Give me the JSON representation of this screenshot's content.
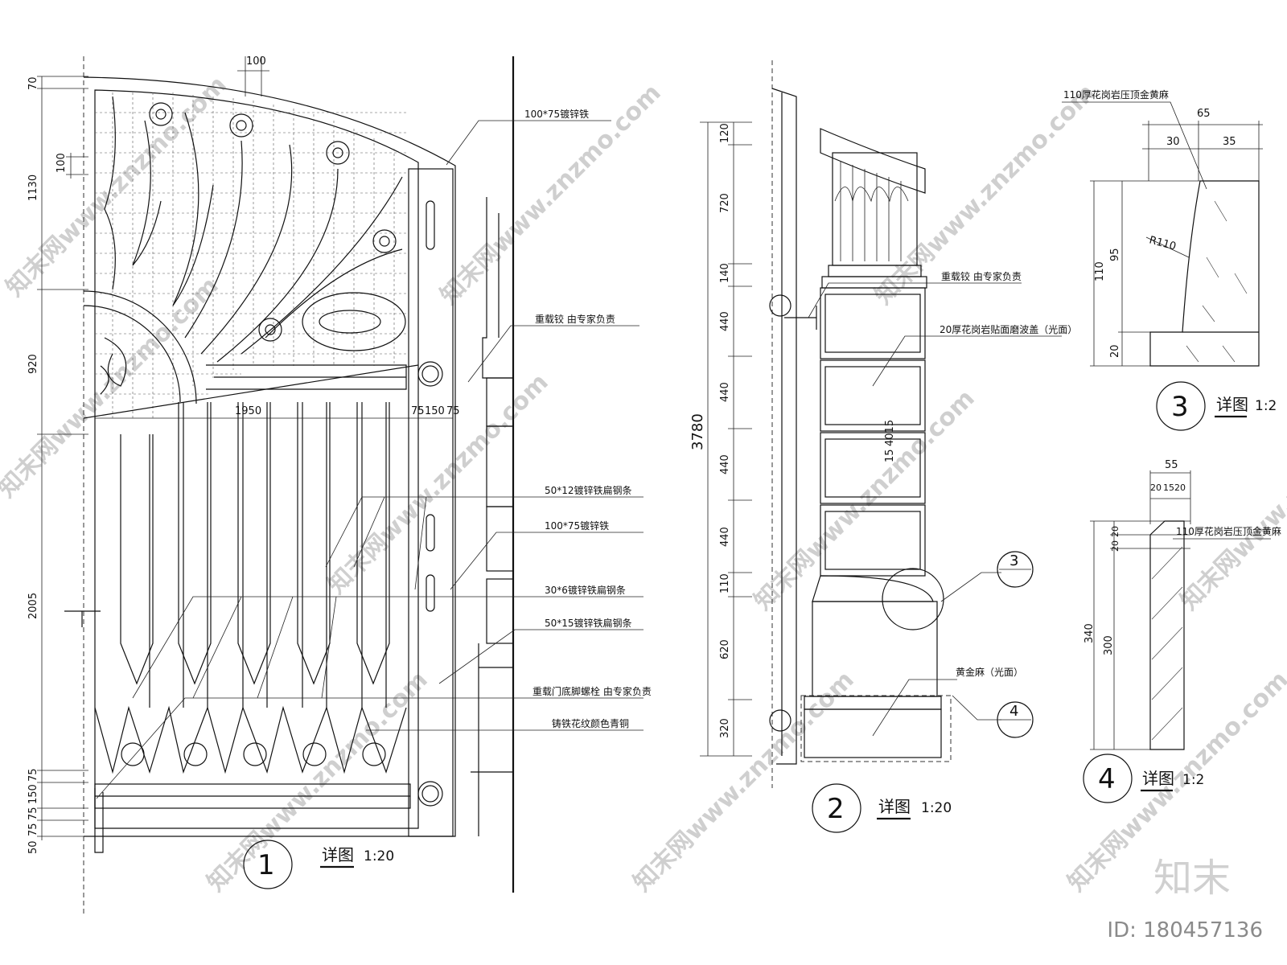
{
  "detail1": {
    "num": "1",
    "title": "详图",
    "scale": "1:20",
    "dims_left": [
      "70",
      "1130",
      "920",
      "2005",
      "75",
      "150",
      "75",
      "50",
      "75"
    ],
    "dim_top": "100",
    "dim_small": "100",
    "dims_bottom": [
      "1950",
      "75",
      "150",
      "75"
    ],
    "notes": {
      "tube_top": "100*75镀锌铁",
      "hinge": "重载铰  由专家负责",
      "flat50x12": "50*12镀锌铁扁钢条",
      "tube_mid": "100*75镀锌铁",
      "flat30x6": "30*6镀锌铁扁钢条",
      "flat50x15": "50*15镀锌铁扁钢条",
      "bolt": "重载门底脚螺栓  由专家负责",
      "cast": "铸铁花纹颜色青铜"
    }
  },
  "detail2": {
    "num": "2",
    "title": "详图",
    "scale": "1:20",
    "total": "3780",
    "dims": [
      "120",
      "720",
      "140",
      "440",
      "440",
      "440",
      "440",
      "110",
      "620",
      "320"
    ],
    "joint": "15",
    "joint2": "4015",
    "notes": {
      "hinge": "重载铰  由专家负责",
      "granite": "20厚花岗岩贴面磨波盖（光面）",
      "base": "黄金麻（光面）"
    },
    "callout3": "3",
    "callout4": "4"
  },
  "detail3": {
    "num": "3",
    "title": "详图",
    "scale": "1:2",
    "note": "110厚花岗岩压顶金黄麻",
    "dims": [
      "65",
      "30",
      "35",
      "110",
      "95",
      "20"
    ],
    "radius": "R110"
  },
  "detail4": {
    "num": "4",
    "title": "详图",
    "scale": "1:2",
    "note": "110厚花岗岩压顶金黄麻",
    "dims": [
      "55",
      "20",
      "15",
      "20",
      "20",
      "20",
      "340",
      "300"
    ]
  },
  "watermarks": [
    "知末网www.znzmo.com"
  ],
  "brand": {
    "logo": "知末",
    "id": "ID: 180457136"
  },
  "colors": {
    "line": "#111111",
    "background": "#ffffff",
    "watermark": "#cfcfcf"
  }
}
